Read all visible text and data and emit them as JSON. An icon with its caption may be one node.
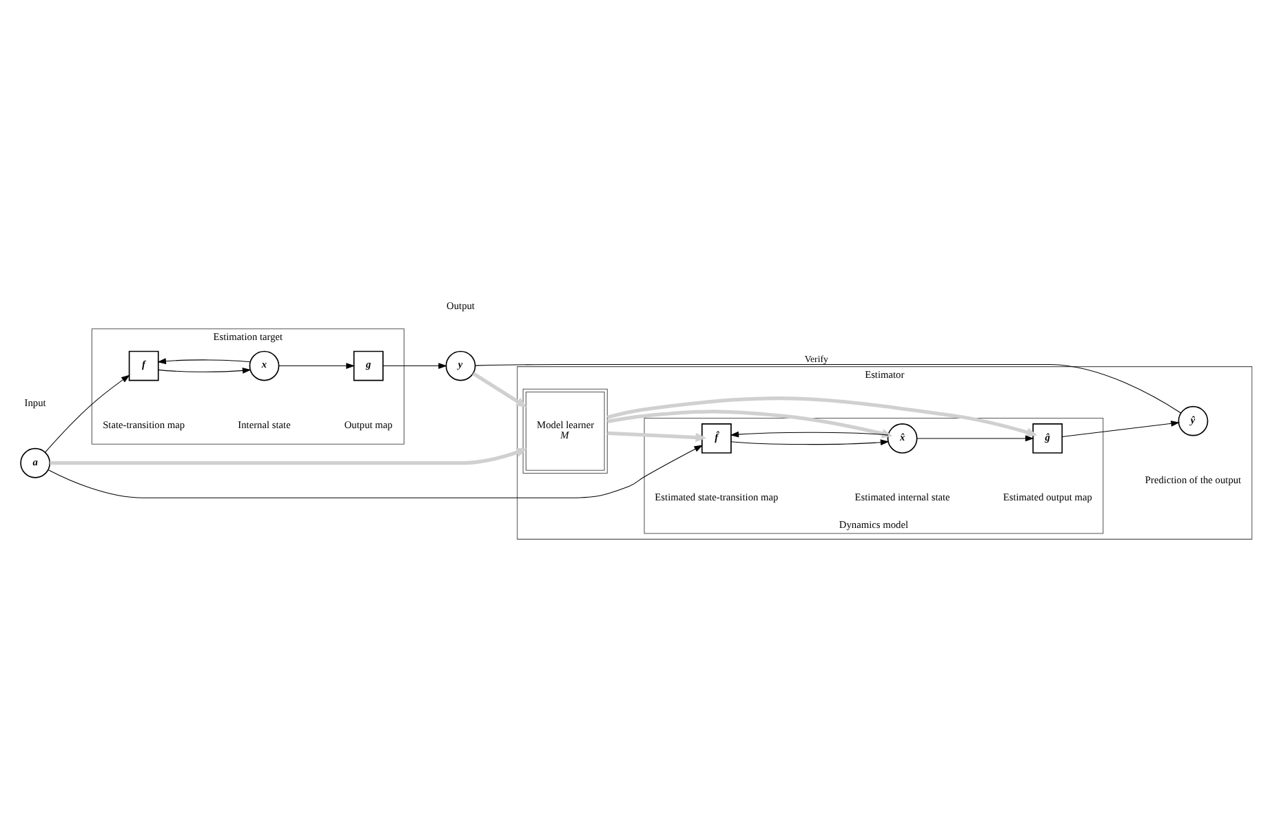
{
  "diagram": {
    "nodes": [
      {
        "text": [
          "Estimation target"
        ]
      },
      {
        "text": [
          "f"
        ],
        "beside": [
          "State-transition map"
        ],
        "in": 0
      },
      {
        "text": [
          "x"
        ],
        "beside": [
          "Internal state"
        ],
        "in": 0
      },
      {
        "text": [
          "g"
        ],
        "beside": [
          "Output map"
        ],
        "in": 0
      },
      {
        "text": [
          "a"
        ],
        "beside": [
          "Input"
        ]
      },
      {
        "text": [
          "y"
        ],
        "beside": [
          "Output"
        ]
      },
      {
        "text": [
          "Estimator"
        ]
      },
      {
        "text": [
          "Model learner",
          "M"
        ],
        "in": 6
      },
      {
        "text": [
          "Dynamics model"
        ],
        "in": 6
      },
      {
        "text": [
          "f̂"
        ],
        "beside": [
          "Estimated state-transition map"
        ],
        "in": 8
      },
      {
        "text": [
          "x̂"
        ],
        "beside": [
          "Estimated internal state"
        ],
        "in": 8
      },
      {
        "text": [
          "ĝ"
        ],
        "beside": [
          "Estimated output map"
        ],
        "in": 8
      },
      {
        "text": [
          "ŷ"
        ],
        "beside": [
          "Prediction of the output"
        ],
        "in": 6
      }
    ],
    "edges": [
      {
        "from": 1,
        "to": 2,
        "arrow": "to"
      },
      {
        "from": 2,
        "to": 1,
        "arrow": "to"
      },
      {
        "from": 2,
        "to": 3,
        "arrow": "to"
      },
      {
        "from": 4,
        "to": 1,
        "arrow": "to"
      },
      {
        "from": 4,
        "to": 9,
        "arrow": "to"
      },
      {
        "from": 4,
        "to": 7,
        "arrow": "to",
        "style": "thick",
        "color": "#d0d0d0"
      },
      {
        "from": 3,
        "to": 5,
        "arrow": "to"
      },
      {
        "from": 5,
        "to": 7,
        "arrow": "to",
        "style": "thick",
        "color": "#d0d0d0"
      },
      {
        "from": 5,
        "to": 12,
        "arrow": "none",
        "label": "Verify"
      },
      {
        "from": 7,
        "to": 9,
        "arrow": "to",
        "style": "thick",
        "color": "#d0d0d0"
      },
      {
        "from": 7,
        "to": 10,
        "arrow": "to",
        "style": "thick",
        "color": "#d0d0d0"
      },
      {
        "from": 7,
        "to": 11,
        "arrow": "to",
        "style": "thick",
        "color": "#d0d0d0"
      },
      {
        "from": 9,
        "to": 10,
        "arrow": "to"
      },
      {
        "from": 10,
        "to": 9,
        "arrow": "to"
      },
      {
        "from": 10,
        "to": 11,
        "arrow": "to"
      },
      {
        "from": 11,
        "to": 12,
        "arrow": "to"
      }
    ]
  }
}
